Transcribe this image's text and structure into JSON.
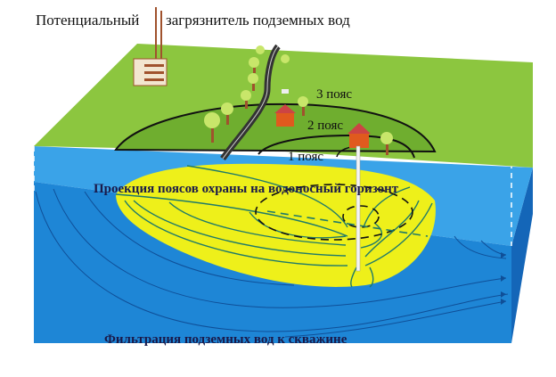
{
  "title": {
    "part1": "Потенциальный",
    "part2": "загрязнитель подземных вод"
  },
  "zones": {
    "zone3": "3 пояс",
    "zone2": "2 пояс",
    "zone1": "1 пояс"
  },
  "captions": {
    "projection": "Проекция поясов охраны на водоносный горизонт",
    "filtration": "Фильтрация подземных вод к скважине"
  },
  "colors": {
    "surface": "#8cc63f",
    "zone_area": "#6fae2f",
    "aquifer_top": "#3aa3e8",
    "aquifer_front": "#1e86d6",
    "aquifer_side": "#1466b8",
    "plume": "#eef01a",
    "flow_line": "#1f7a6a"
  }
}
